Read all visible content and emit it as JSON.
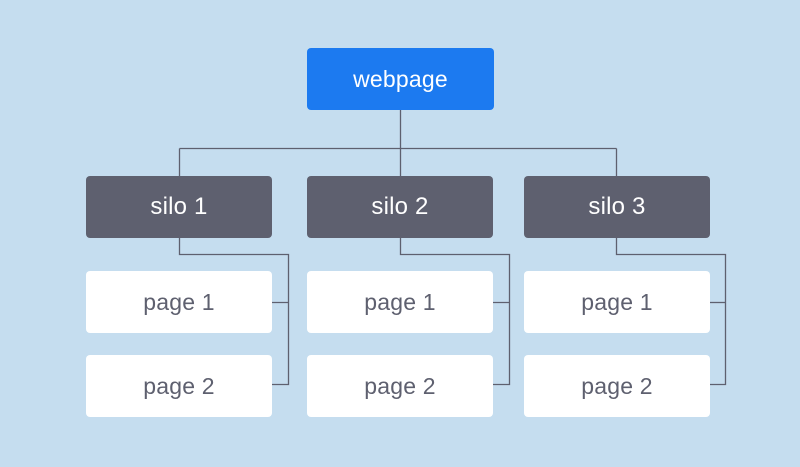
{
  "diagram": {
    "root": {
      "label": "webpage",
      "color": "#1c7af0"
    },
    "silos": [
      {
        "label": "silo 1",
        "pages": [
          {
            "label": "page 1"
          },
          {
            "label": "page 2"
          }
        ]
      },
      {
        "label": "silo 2",
        "pages": [
          {
            "label": "page 1"
          },
          {
            "label": "page 2"
          }
        ]
      },
      {
        "label": "silo 3",
        "pages": [
          {
            "label": "page 1"
          },
          {
            "label": "page 2"
          }
        ]
      }
    ],
    "colors": {
      "background": "#c5ddef",
      "silo": "#5e606f",
      "page": "#ffffff",
      "connector": "#5e606f"
    }
  }
}
